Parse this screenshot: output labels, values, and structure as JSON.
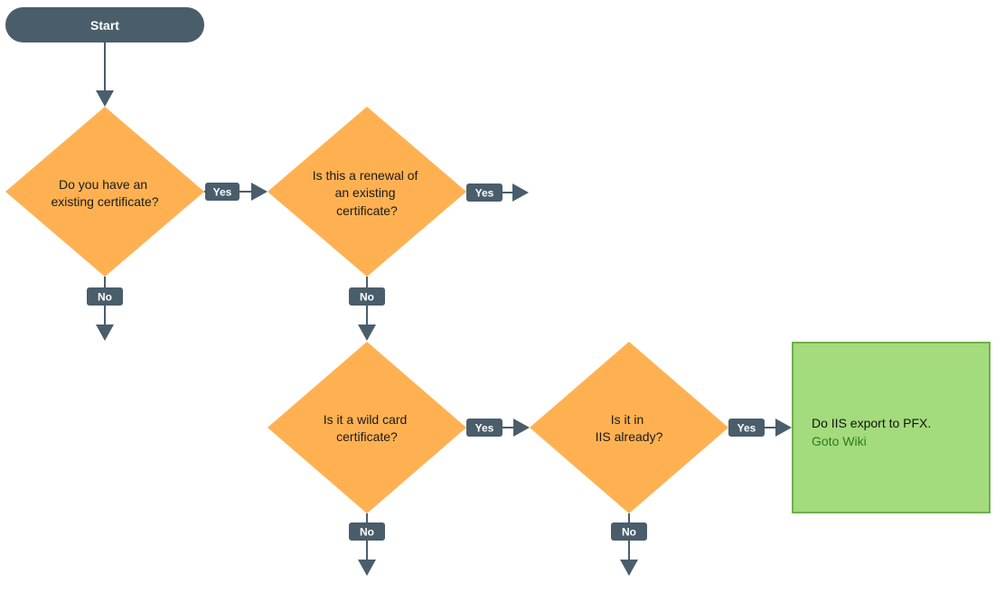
{
  "start": {
    "label": "Start"
  },
  "decisions": {
    "existing_cert": {
      "lines": [
        "Do you have an",
        "existing certificate?"
      ]
    },
    "renewal": {
      "lines": [
        "Is this a renewal of",
        "an existing",
        "certificate?"
      ]
    },
    "wildcard": {
      "lines": [
        "Is it a wild card",
        "certificate?"
      ]
    },
    "in_iis": {
      "lines": [
        "Is it in",
        "IIS already?"
      ]
    }
  },
  "labels": {
    "yes": "Yes",
    "no": "No"
  },
  "result": {
    "text": "Do IIS export to PFX.",
    "link": "Goto Wiki"
  },
  "colors": {
    "decision_fill": "#ffb152",
    "connector": "#4a5d6b",
    "result_fill": "#a4db7d",
    "result_border": "#6fb04a",
    "link": "#2c7a1e"
  }
}
